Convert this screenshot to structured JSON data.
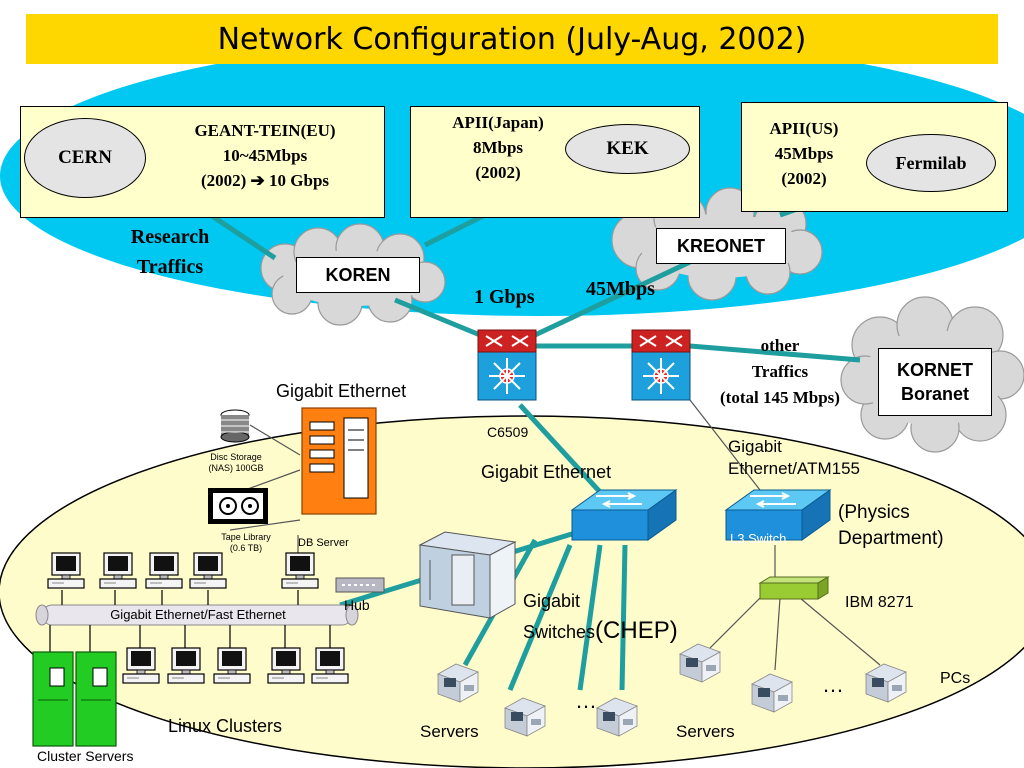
{
  "title": "Network Configuration (July-Aug, 2002)",
  "links": {
    "geant": {
      "name": "GEANT-TEIN(EU)",
      "speed": "10~45Mbps",
      "upgrade_from": "(2002)",
      "upgrade_arrow": "➔",
      "upgrade_to": "10 Gbps",
      "site": "CERN"
    },
    "apii_japan": {
      "name": "APII(Japan)",
      "speed": "8Mbps",
      "year": "(2002)",
      "site": "KEK"
    },
    "apii_us": {
      "name": "APII(US)",
      "speed": "45Mbps",
      "year": "(2002)",
      "site": "Fermilab"
    }
  },
  "research_traffics": [
    "Research",
    "Traffics"
  ],
  "networks": {
    "koren": "KOREN",
    "kreonet": "KREONET",
    "kornet": [
      "KORNET",
      "Boranet"
    ]
  },
  "bandwidth": {
    "koren_uplink": "1 Gbps",
    "kreonet_uplink": "45Mbps"
  },
  "other_traffics": [
    "other",
    "Traffics",
    "(total 145 Mbps)"
  ],
  "core_router_label": "C6509",
  "storage": {
    "gigabit_ethernet": "Gigabit Ethernet",
    "disc_storage": [
      "Disc Storage",
      "(NAS) 100GB"
    ],
    "tape_library": [
      "Tape Library",
      "(0.6 TB)"
    ],
    "db_server": "DB Server"
  },
  "chep": {
    "gigabit_ethernet": "Gigabit Ethernet",
    "gigabit_switches": [
      "Gigabit",
      "Switches"
    ],
    "chep": "(CHEP)",
    "hub": "Hub",
    "cluster_bus": "Gigabit Ethernet/Fast Ethernet",
    "linux_clusters": "Linux Clusters",
    "cluster_servers": "Cluster Servers",
    "servers": "Servers",
    "ellipsis": "…"
  },
  "physics": {
    "uplink": [
      "Gigabit",
      "Ethernet/ATM155"
    ],
    "l3_switch": "L3 Switch",
    "department": [
      "(Physics",
      "Department)"
    ],
    "ibm": "IBM 8271",
    "pcs": "PCs",
    "servers": "Servers",
    "ellipsis": "…"
  },
  "colors": {
    "title_bar": "#ffd700",
    "sky_oval": "#00c8f0",
    "campus_oval": "#fffccc",
    "link_line": "#1e9e9e",
    "router_red": "#cc2222",
    "router_blue": "#1ea0dc",
    "switch_blue": "#1e90dc",
    "cluster_green": "#22cc22",
    "db_server_orange": "#ff7f10",
    "hub_green": "#99cc33"
  }
}
